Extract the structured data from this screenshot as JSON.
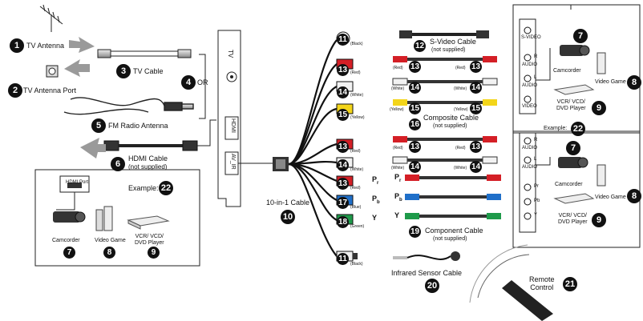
{
  "items": {
    "n1": {
      "num": "1",
      "label": "TV Antenna"
    },
    "n2": {
      "num": "2",
      "label": "TV Antenna Port"
    },
    "n3": {
      "num": "3",
      "label": "TV Cable"
    },
    "n4": {
      "num": "4",
      "label": "OR"
    },
    "n5": {
      "num": "5",
      "label": "FM Radio Antenna"
    },
    "n6": {
      "num": "6",
      "label": "HDMI Cable",
      "note": "(not supplied)"
    },
    "n7": {
      "num": "7",
      "label": "Camcorder"
    },
    "n8": {
      "num": "8",
      "label": "Video Game"
    },
    "n9": {
      "num": "9",
      "label": "VCR/ VCD/ DVD Player",
      "label_l1": "VCR/ VCD/",
      "label_l2": "DVD Player"
    },
    "n10": {
      "num": "10",
      "label": "10-in-1 Cable"
    },
    "n11": {
      "num": "11"
    },
    "n12": {
      "num": "12",
      "label": "S-Video Cable",
      "note": "(not supplied)"
    },
    "n13": {
      "num": "13"
    },
    "n14": {
      "num": "14"
    },
    "n15": {
      "num": "15"
    },
    "n16": {
      "num": "16",
      "label": "Composite Cable",
      "note": "(not supplied)"
    },
    "n17": {
      "num": "17"
    },
    "n18": {
      "num": "18"
    },
    "n19": {
      "num": "19",
      "label": "Component Cable",
      "note": "(not supplied)"
    },
    "n20": {
      "num": "20",
      "label": "Infrared Sensor Cable"
    },
    "n21": {
      "num": "21",
      "label_l1": "Remote",
      "label_l2": "Control"
    },
    "n22": {
      "num": "22"
    }
  },
  "example_label": "Example:",
  "hdmi_port_label": "HDMI Port",
  "card_ports": {
    "tv": "TV",
    "hdmi": "HDMI",
    "av_ir": "AV_IR"
  },
  "connector_tags": {
    "black": "(Black)",
    "red": "(Red)",
    "white": "(White)",
    "yellow": "(Yellow)",
    "blue": "(Blue)",
    "green": "(Green)"
  },
  "component_letters": {
    "pr": "P",
    "pr_sub": "r",
    "pb": "P",
    "pb_sub": "b",
    "y": "Y"
  },
  "device_ports": {
    "top": [
      "S-VIDEO",
      "R",
      "AUDIO",
      "L",
      "AUDIO",
      "VIDEO"
    ],
    "bottom": [
      "R",
      "AUDIO",
      "L",
      "AUDIO",
      "Pr",
      "Pb",
      "Y"
    ]
  },
  "colors": {
    "red": "#d41f26",
    "white": "#f2f2f2",
    "yellow": "#f3d51a",
    "blue": "#1f6fc9",
    "green": "#1e9a4a",
    "black": "#111111",
    "gray_arrow": "#9a9a9a"
  }
}
